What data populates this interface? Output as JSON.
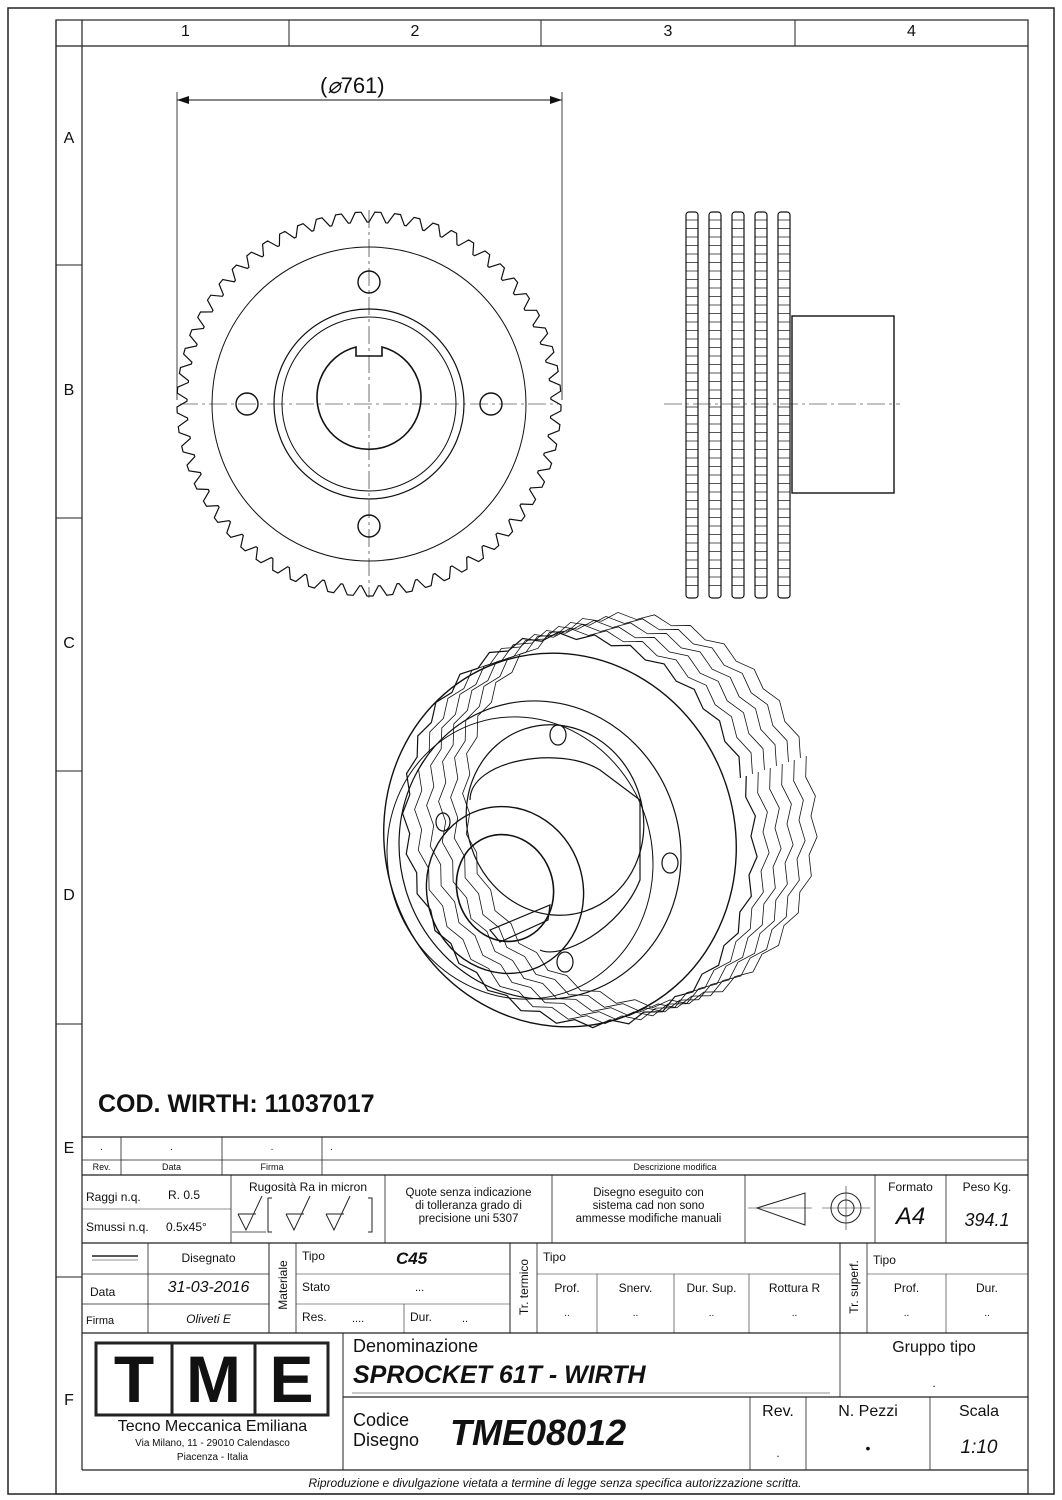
{
  "grid": {
    "columns": [
      "1",
      "2",
      "3",
      "4"
    ],
    "rows": [
      "A",
      "B",
      "C",
      "D",
      "E",
      "F"
    ]
  },
  "dimension": {
    "diameter": "761"
  },
  "cod_wirth": {
    "label": "COD. WIRTH:",
    "value": "11037017"
  },
  "revision_table": {
    "rev_header": "Rev.",
    "date_header": "Data",
    "sign_header": "Firma",
    "desc_header": "Descrizione modifica",
    "row": {
      "rev": ".",
      "date": ".",
      "sign": ".",
      "desc": "."
    }
  },
  "specs": {
    "radii_label": "Raggi n.q.",
    "radii_value": "R. 0.5",
    "chamfer_label": "Smussi n.q.",
    "chamfer_value": "0.5x45°",
    "roughness_label": "Rugosità Ra in micron",
    "tolerance_note": [
      "Quote senza indicazione",
      "di tolleranza grado di",
      "precisione uni 5307"
    ],
    "cad_note": [
      "Disegno eseguito con",
      "sistema cad non sono",
      "ammesse modifiche manuali"
    ],
    "format_label": "Formato",
    "format_value": "A4",
    "weight_label": "Peso Kg.",
    "weight_value": "394.1"
  },
  "drawn": {
    "drawn_label": "Disegnato",
    "date_label": "Data",
    "date_value": "31-03-2016",
    "sign_label": "Firma",
    "sign_value": "Oliveti E"
  },
  "material": {
    "side_label": "Materiale",
    "type_label": "Tipo",
    "type_value": "C45",
    "state_label": "Stato",
    "state_value": "...",
    "res_label": "Res.",
    "res_value": "....",
    "dur_label": "Dur.",
    "dur_value": ".."
  },
  "thermal": {
    "side_label": "Tr. termico",
    "type_label": "Tipo",
    "prof_label": "Prof.",
    "snerv_label": "Snerv.",
    "dursup_label": "Dur. Sup.",
    "rottura_label": "Rottura R",
    "prof_value": "..",
    "snerv_value": "..",
    "dursup_value": "..",
    "rottura_value": ".."
  },
  "surface": {
    "side_label": "Tr. superf.",
    "type_label": "Tipo",
    "prof_label": "Prof.",
    "dur_label": "Dur.",
    "prof_value": "..",
    "dur_value": ".."
  },
  "company": {
    "logo_letters": [
      "T",
      "M",
      "E"
    ],
    "name": "Tecno Meccanica Emiliana",
    "address": "Via Milano, 11 - 29010 Calendasco",
    "city": "Piacenza - Italia"
  },
  "title": {
    "denomination_label": "Denominazione",
    "denomination_value": "SPROCKET 61T - WIRTH",
    "group_label": "Gruppo tipo",
    "group_value": ".",
    "code_label_1": "Codice",
    "code_label_2": "Disegno",
    "code_value": "TME08012",
    "rev_label": "Rev.",
    "rev_value": ".",
    "pieces_label": "N. Pezzi",
    "pieces_value": "•",
    "scale_label": "Scala",
    "scale_value": "1:10"
  },
  "footer": "Riproduzione e divulgazione vietata a termine di legge senza specifica autorizzazione scritta."
}
